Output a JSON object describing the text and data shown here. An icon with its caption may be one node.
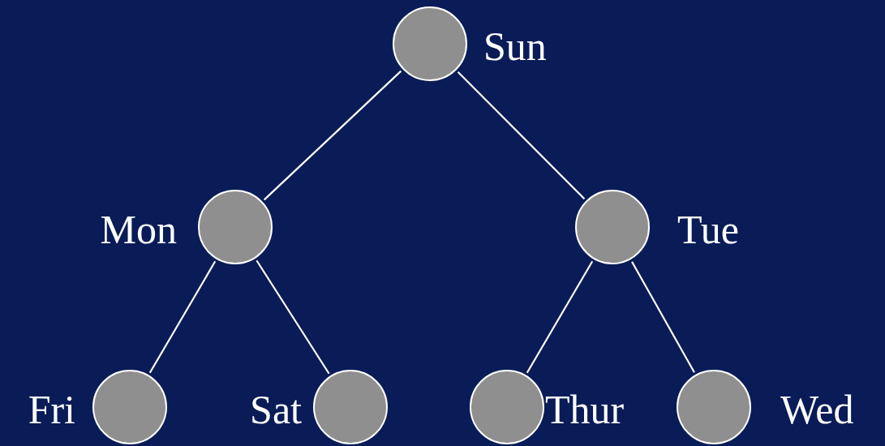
{
  "diagram": {
    "nodes": [
      {
        "text": [],
        "shape": "circle",
        "beside": [
          "Sun"
        ]
      },
      {
        "text": [],
        "shape": "circle",
        "beside": [
          "Mon"
        ]
      },
      {
        "text": [],
        "shape": "circle",
        "beside": [
          "Tue"
        ]
      },
      {
        "text": [],
        "shape": "circle",
        "beside": [
          "Fri"
        ]
      },
      {
        "text": [],
        "shape": "circle",
        "beside": [
          "Sat"
        ]
      },
      {
        "text": [],
        "shape": "circle",
        "beside": [
          "Thur"
        ]
      },
      {
        "text": [],
        "shape": "circle",
        "beside": [
          "Wed"
        ]
      }
    ],
    "edges": [
      {
        "from": 0,
        "to": 1,
        "arrow": "none"
      },
      {
        "from": 0,
        "to": 2,
        "arrow": "none"
      },
      {
        "from": 1,
        "to": 3,
        "arrow": "none"
      },
      {
        "from": 1,
        "to": 4,
        "arrow": "none"
      },
      {
        "from": 2,
        "to": 5,
        "arrow": "none"
      },
      {
        "from": 2,
        "to": 6,
        "arrow": "none"
      }
    ]
  }
}
